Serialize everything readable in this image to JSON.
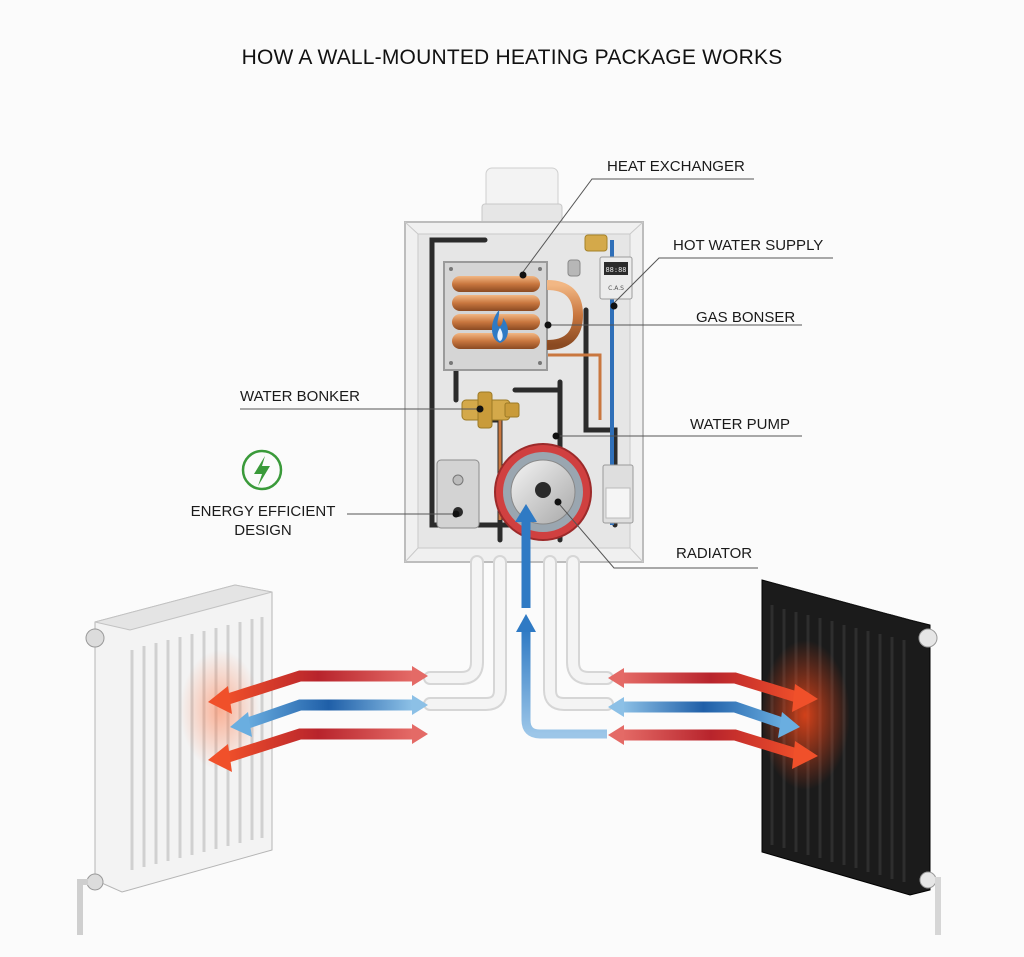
{
  "title": "HOW A WALL-MOUNTED HEATING PACKAGE WORKS",
  "labels": {
    "heat_exchanger": "HEAT EXCHANGER",
    "hot_water_supply": "HOT WATER SUPPLY",
    "gas_bonser": "GAS BONSER",
    "water_bonker": "WATER BONKER",
    "water_pump": "WATER PUMP",
    "energy_efficient_line1": "ENERGY EFFICIENT",
    "energy_efficient_line2": "DESIGN",
    "radiator": "RADIATOR"
  },
  "icons": {
    "energy": "lightning-bolt-icon",
    "flame": "flame-icon"
  },
  "colors": {
    "hot": "#d9363e",
    "hot_bright": "#f0502a",
    "cold": "#2f7ac4",
    "cold_light": "#7fb6e2",
    "copper": "#c9773f",
    "energy_green": "#3a9a3a",
    "radiator_white": "#f2f2f2",
    "radiator_black": "#1b1b1b"
  },
  "controller_display": "88:88",
  "controller_label": "C.A.S"
}
